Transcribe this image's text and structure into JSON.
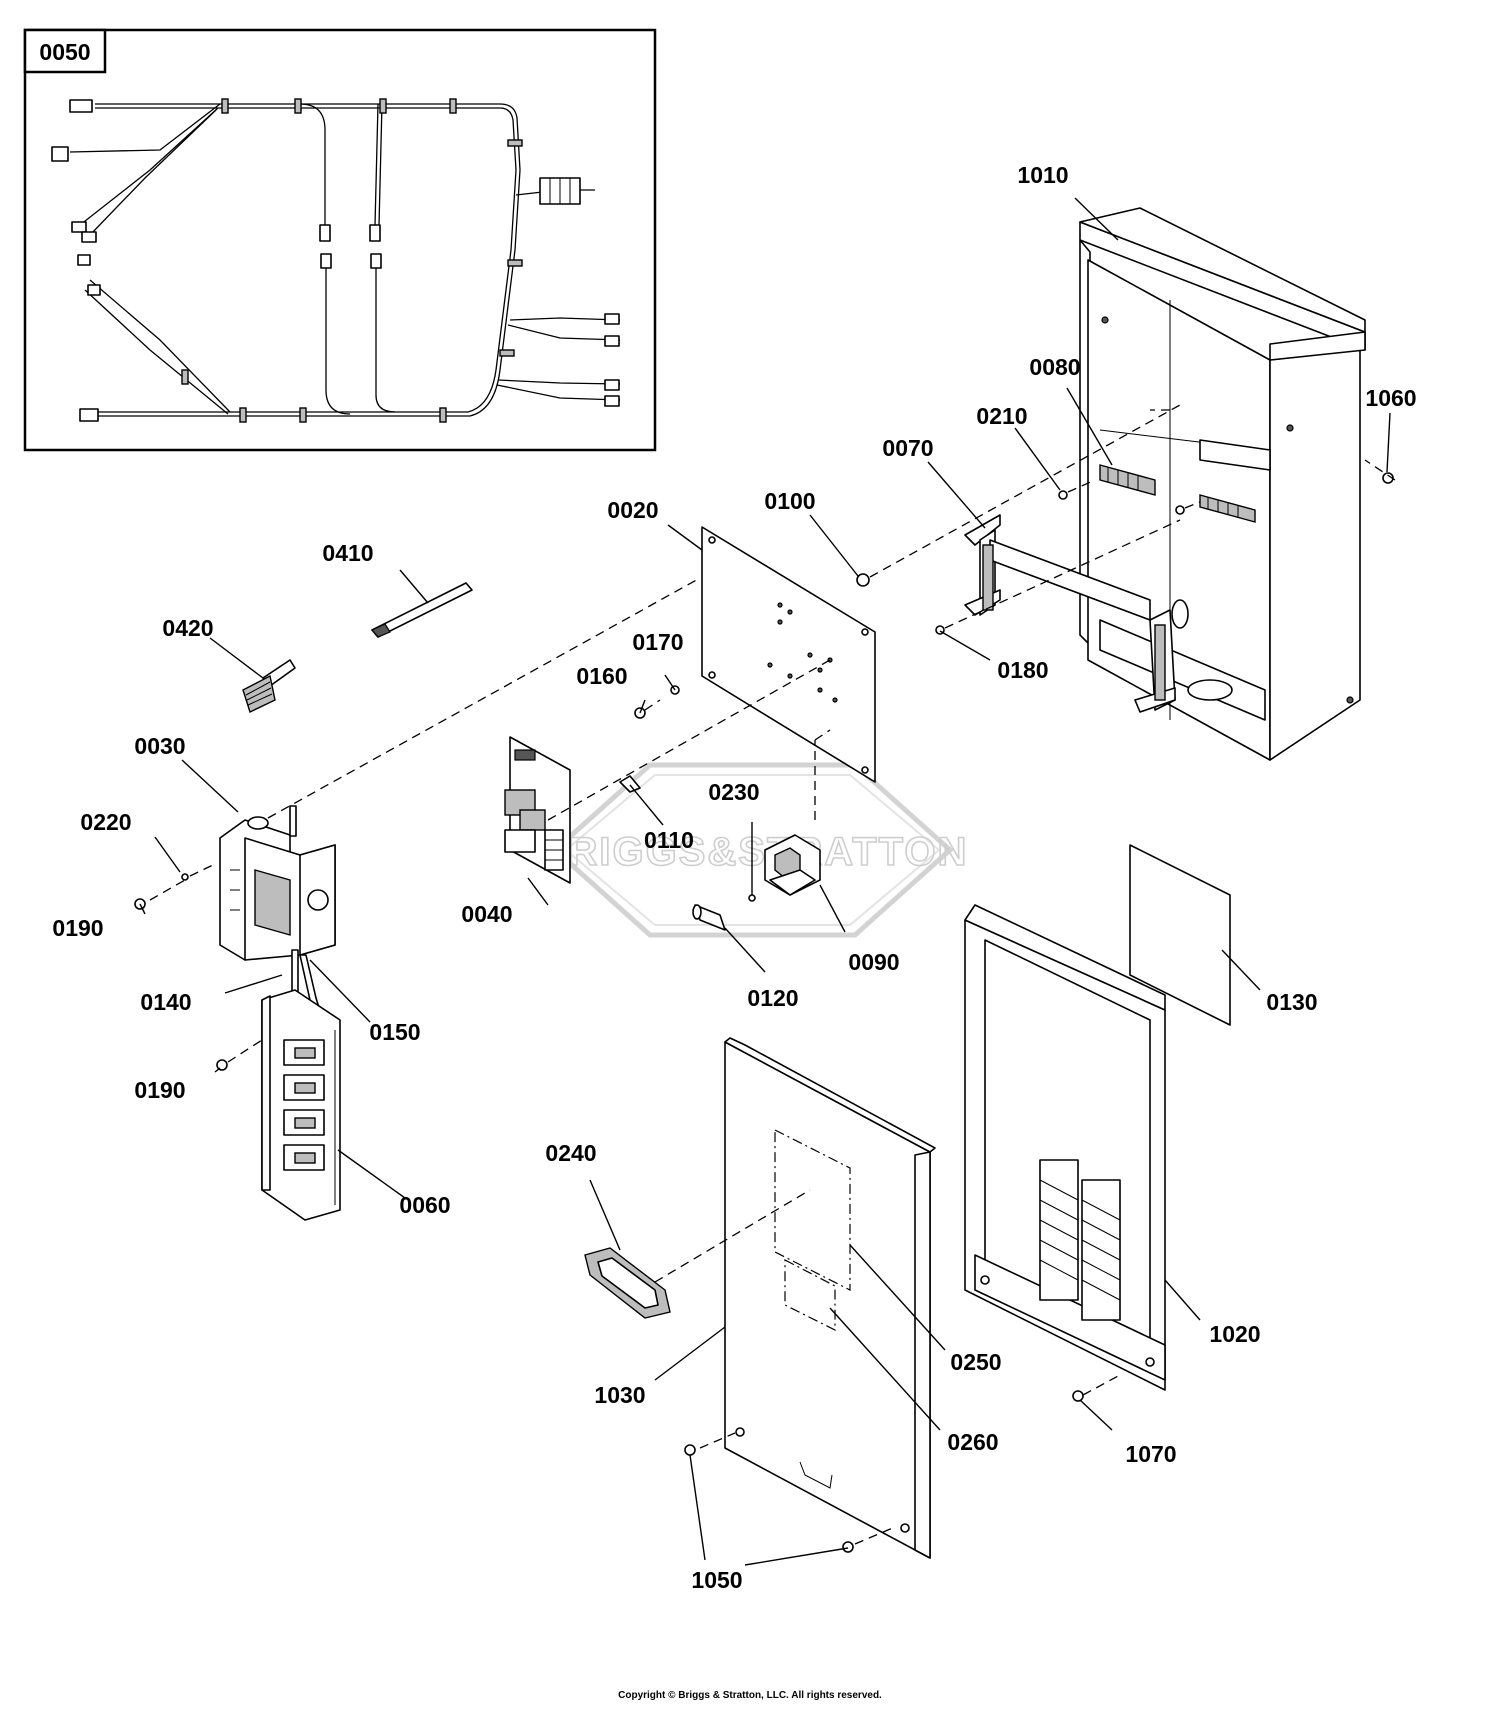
{
  "inset": {
    "label": "0050"
  },
  "callouts": {
    "c0020": "0020",
    "c0030": "0030",
    "c0040": "0040",
    "c0060": "0060",
    "c0070": "0070",
    "c0080": "0080",
    "c0090": "0090",
    "c0100": "0100",
    "c0110": "0110",
    "c0120": "0120",
    "c0130": "0130",
    "c0140": "0140",
    "c0150": "0150",
    "c0160": "0160",
    "c0170": "0170",
    "c0180": "0180",
    "c0190a": "0190",
    "c0190b": "0190",
    "c0210": "0210",
    "c0220": "0220",
    "c0230": "0230",
    "c0240": "0240",
    "c0250": "0250",
    "c0260": "0260",
    "c0410": "0410",
    "c0420": "0420",
    "c1010": "1010",
    "c1020": "1020",
    "c1030": "1030",
    "c1050": "1050",
    "c1060": "1060",
    "c1070": "1070"
  },
  "watermark": {
    "text": "BRIGGS&STRATTON"
  },
  "footer": {
    "copyright": "Copyright © Briggs & Stratton, LLC. All rights reserved."
  },
  "icons": {
    "watermark_logo": "briggs-stratton-logo-icon"
  }
}
